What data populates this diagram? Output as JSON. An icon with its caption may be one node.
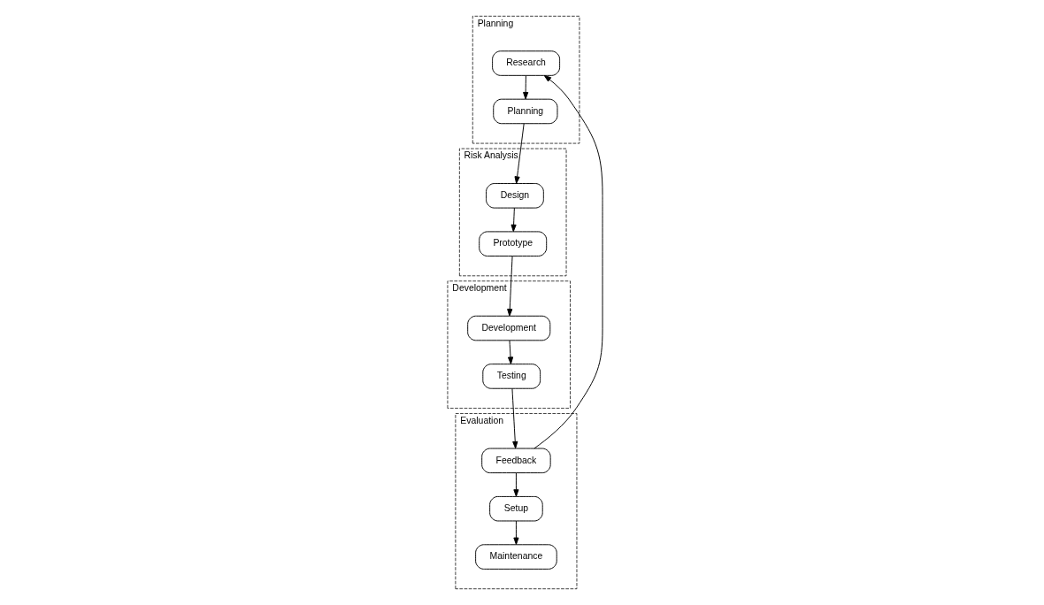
{
  "diagram": {
    "nodes": [
      {
        "text": [
          "Planning"
        ]
      },
      {
        "text": [
          "Research"
        ],
        "in": 0
      },
      {
        "text": [
          "Planning"
        ],
        "in": 0
      },
      {
        "text": [
          "Risk Analysis"
        ]
      },
      {
        "text": [
          "Design"
        ],
        "in": 3
      },
      {
        "text": [
          "Prototype"
        ],
        "in": 3
      },
      {
        "text": [
          "Evaluation"
        ]
      },
      {
        "text": [
          "Maintenance"
        ],
        "in": 6
      },
      {
        "text": [
          "Setup"
        ],
        "in": 6
      },
      {
        "text": [
          "Feedback"
        ],
        "in": 6
      },
      {
        "text": [
          "Development"
        ]
      },
      {
        "text": [
          "Development"
        ],
        "in": 10
      },
      {
        "text": [
          "Testing"
        ],
        "in": 10
      }
    ],
    "edges": [
      {
        "from": 1,
        "to": 2,
        "arrow": "to"
      },
      {
        "from": 2,
        "to": 4,
        "arrow": "to"
      },
      {
        "from": 4,
        "to": 5,
        "arrow": "to"
      },
      {
        "from": 5,
        "to": 11,
        "arrow": "to"
      },
      {
        "from": 11,
        "to": 12,
        "arrow": "to"
      },
      {
        "from": 12,
        "to": 9,
        "arrow": "to"
      },
      {
        "from": 9,
        "to": 1,
        "arrow": "to"
      },
      {
        "from": 9,
        "to": 8,
        "arrow": "to"
      },
      {
        "from": 8,
        "to": 7,
        "arrow": "to"
      }
    ]
  }
}
